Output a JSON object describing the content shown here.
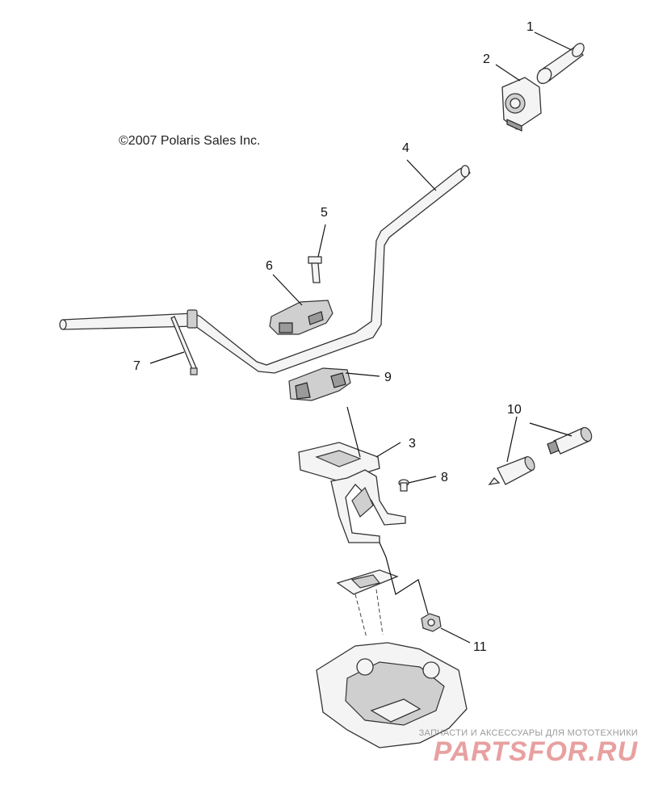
{
  "copyright": "©2007 Polaris Sales Inc.",
  "callouts": [
    {
      "id": "1",
      "label": "1"
    },
    {
      "id": "2",
      "label": "2"
    },
    {
      "id": "3",
      "label": "3"
    },
    {
      "id": "4",
      "label": "4"
    },
    {
      "id": "5",
      "label": "5"
    },
    {
      "id": "6",
      "label": "6"
    },
    {
      "id": "7",
      "label": "7"
    },
    {
      "id": "8",
      "label": "8"
    },
    {
      "id": "9",
      "label": "9"
    },
    {
      "id": "10",
      "label": "10"
    },
    {
      "id": "11",
      "label": "11"
    }
  ],
  "watermark": {
    "tagline": "ЗАПЧАСТИ И АКСЕССУАРЫ ДЛЯ МОТОТЕХНИКИ",
    "logo": "PARTSFOR.RU"
  }
}
